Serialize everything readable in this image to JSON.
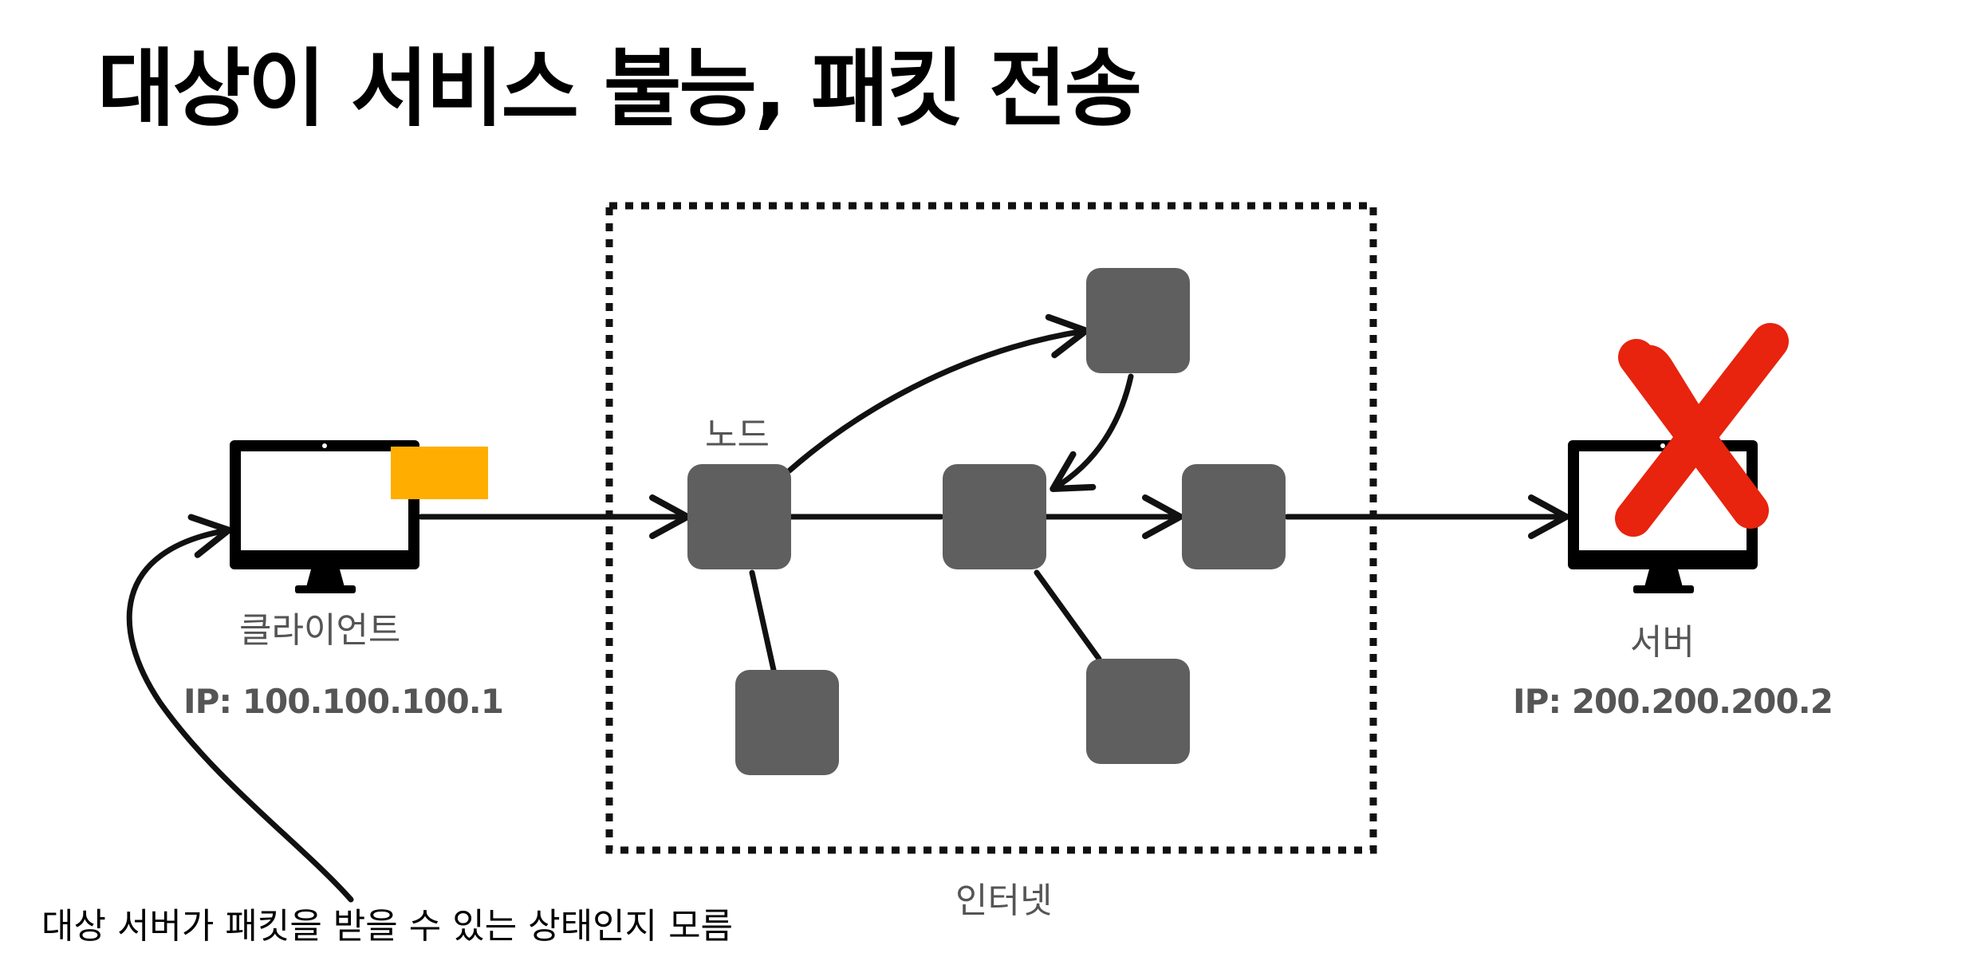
{
  "title": "대상이 서비스 불능, 패킷 전송",
  "client": {
    "label": "클라이언트",
    "ip": "IP: 100.100.100.1"
  },
  "server": {
    "label": "서버",
    "ip": "IP: 200.200.200.2",
    "status_icon": "red-x-icon"
  },
  "internet": {
    "label": "인터넷",
    "node_label": "노드"
  },
  "note": "대상 서버가 패킷을 받을 수 있는 상태인지 모름",
  "colors": {
    "node": "#5f5f5f",
    "packet": "#ffae00",
    "x_mark": "#e8230e",
    "gray_text": "#555555"
  }
}
